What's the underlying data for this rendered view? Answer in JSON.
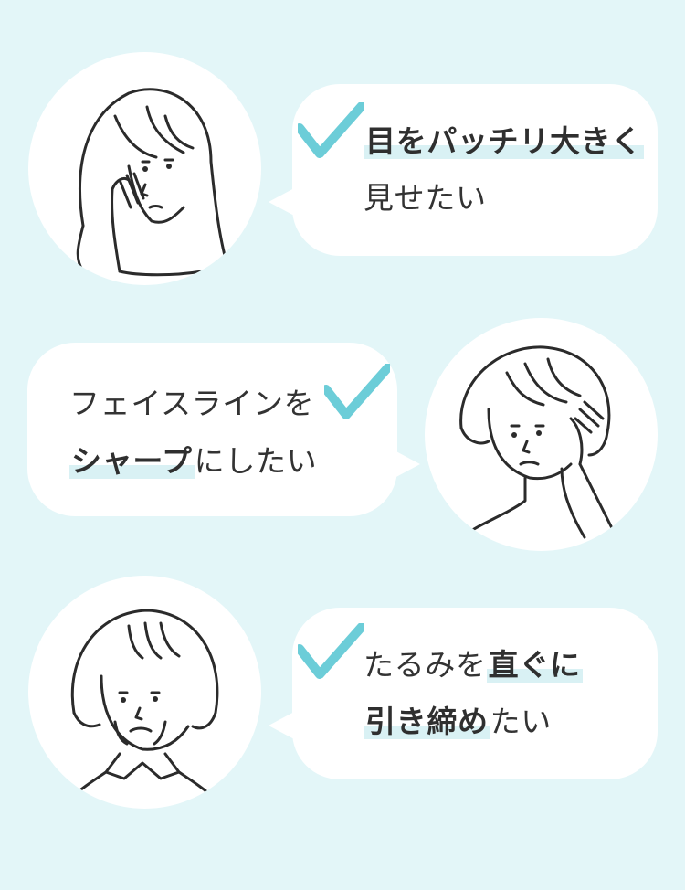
{
  "colors": {
    "background": "#e3f6f8",
    "bubble": "#ffffff",
    "check": "#6ccdd8",
    "highlight": "#d9f1f4",
    "text": "#333333"
  },
  "items": [
    {
      "icon": "woman-touching-eye-icon",
      "line1_bold": "目をパッチリ大きく",
      "line2_normal": "見せたい"
    },
    {
      "icon": "woman-touching-jaw-icon",
      "line1_normal": "フェイスラインを",
      "line2_bold": "シャープ",
      "line2_normal": "にしたい"
    },
    {
      "icon": "older-woman-icon",
      "line1_normal": "たるみを",
      "line1_bold": "直ぐに",
      "line2_bold": "引き締め",
      "line2_normal": "たい"
    }
  ]
}
